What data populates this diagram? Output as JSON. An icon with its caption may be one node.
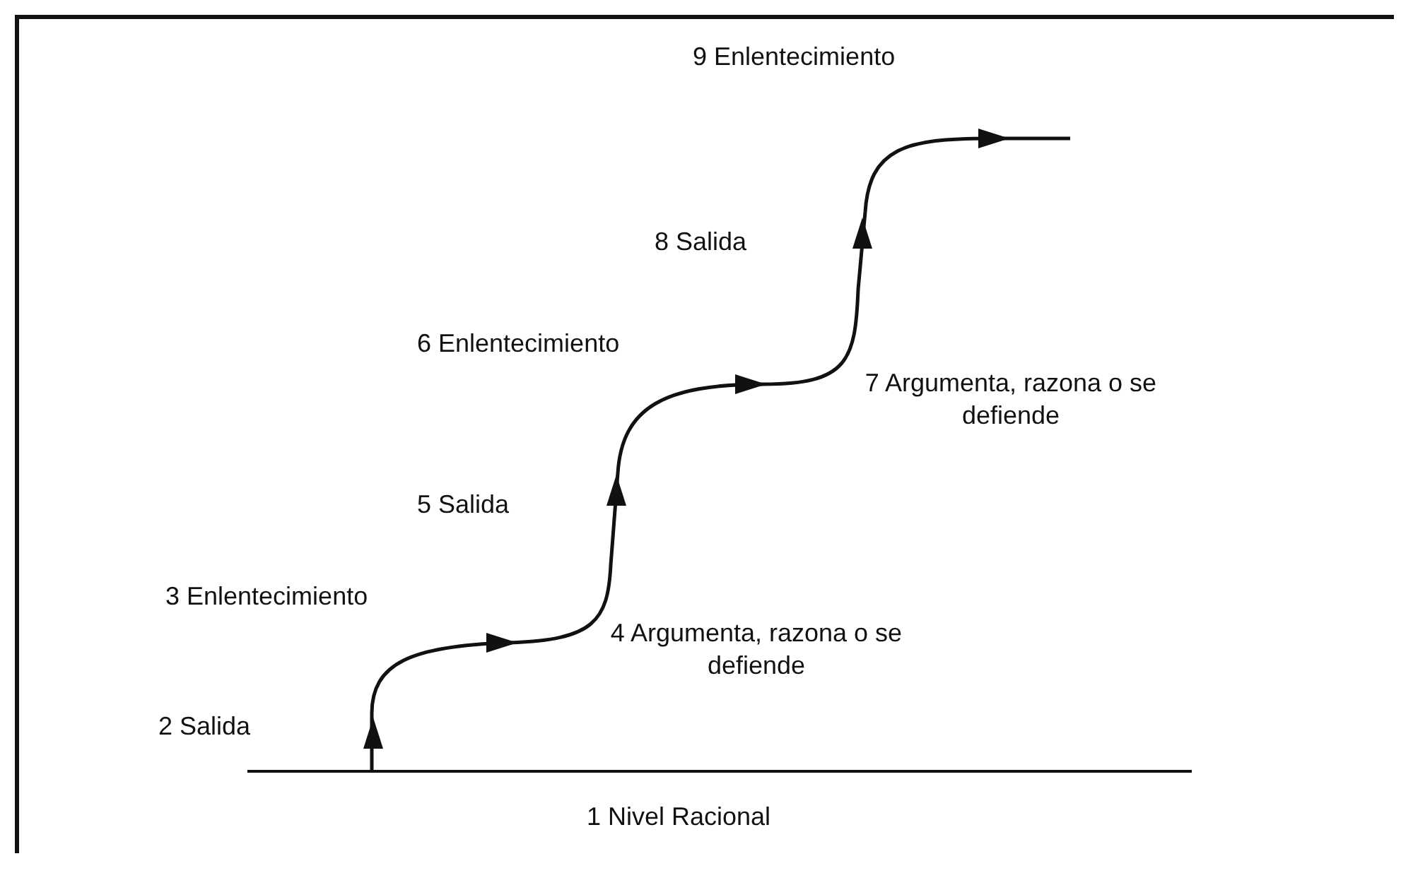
{
  "diagram": {
    "labels": [
      "9 Enlentecimiento",
      "8 Salida",
      "6 Enlentecimiento",
      "7 Argumenta, razona o se defiende",
      "5 Salida",
      "3 Enlentecimiento",
      "4 Argumenta, razona o se defiende",
      "2 Salida",
      "1 Nivel Racional"
    ]
  }
}
